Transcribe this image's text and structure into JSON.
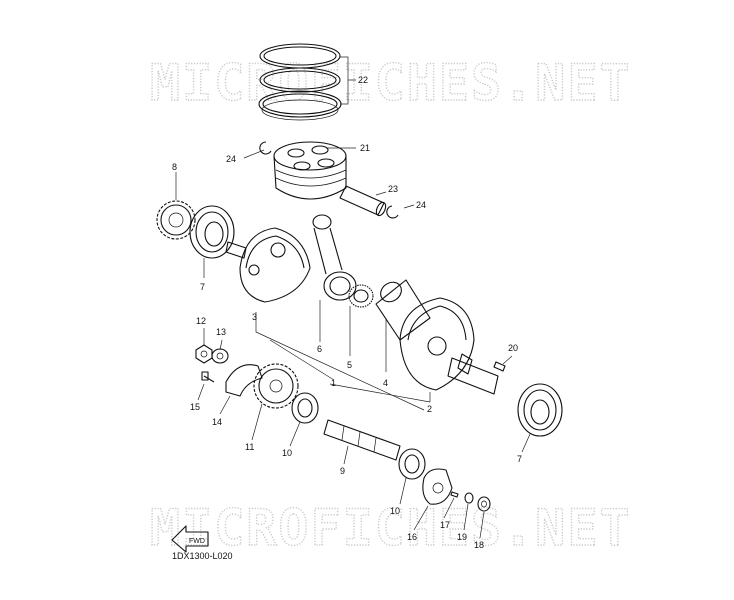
{
  "watermark": "MICROFICHES.NET",
  "diagram_code": "1DX1300-L020",
  "fwd_label": "FWD",
  "callouts": [
    {
      "id": "c22",
      "label": "22"
    },
    {
      "id": "c21",
      "label": "21"
    },
    {
      "id": "c24a",
      "label": "24"
    },
    {
      "id": "c23",
      "label": "23"
    },
    {
      "id": "c24b",
      "label": "24"
    },
    {
      "id": "c8",
      "label": "8"
    },
    {
      "id": "c7a",
      "label": "7"
    },
    {
      "id": "c3",
      "label": "3"
    },
    {
      "id": "c6",
      "label": "6"
    },
    {
      "id": "c5",
      "label": "5"
    },
    {
      "id": "c4",
      "label": "4"
    },
    {
      "id": "c1",
      "label": "1"
    },
    {
      "id": "c2",
      "label": "2"
    },
    {
      "id": "c12",
      "label": "12"
    },
    {
      "id": "c13",
      "label": "13"
    },
    {
      "id": "c15",
      "label": "15"
    },
    {
      "id": "c14",
      "label": "14"
    },
    {
      "id": "c11",
      "label": "11"
    },
    {
      "id": "c10a",
      "label": "10"
    },
    {
      "id": "c9",
      "label": "9"
    },
    {
      "id": "c20",
      "label": "20"
    },
    {
      "id": "c7b",
      "label": "7"
    },
    {
      "id": "c10b",
      "label": "10"
    },
    {
      "id": "c16",
      "label": "16"
    },
    {
      "id": "c17",
      "label": "17"
    },
    {
      "id": "c19",
      "label": "19"
    },
    {
      "id": "c18",
      "label": "18"
    }
  ]
}
